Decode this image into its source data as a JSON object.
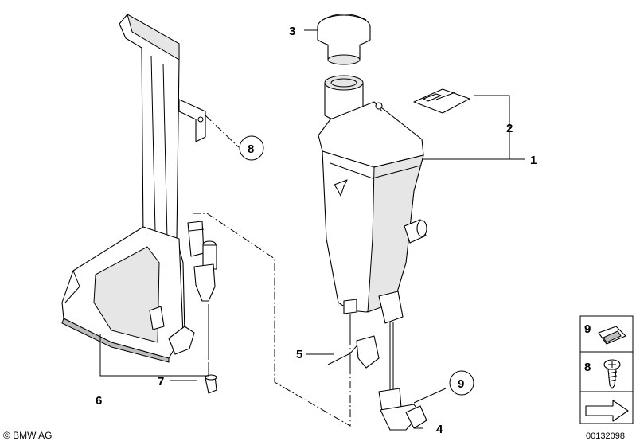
{
  "callouts": {
    "c1": "1",
    "c2": "2",
    "c3": "3",
    "c4": "4",
    "c5": "5",
    "c6": "6",
    "c7": "7",
    "c8": "8",
    "c9": "9"
  },
  "legend": {
    "row1": "9",
    "row2": "8"
  },
  "footer": {
    "copyright": "© BMW AG",
    "doc_id": "00132098"
  }
}
